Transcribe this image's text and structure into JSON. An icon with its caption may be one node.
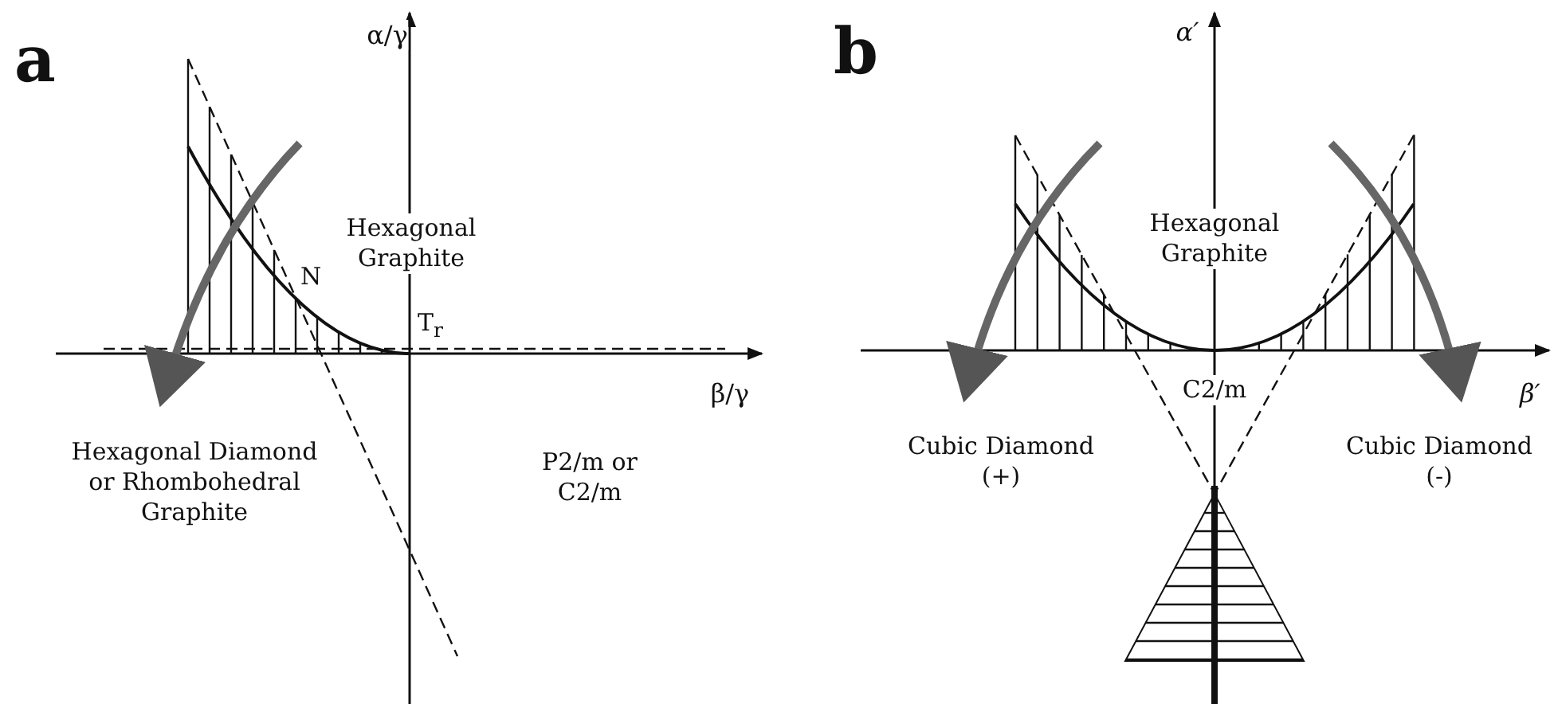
{
  "diagram": {
    "labels": [
      "a",
      "α/γ",
      "Hexagonal Graphite",
      "N",
      "T$_{r}$",
      "β/γ",
      "Hexagonal Diamond or Rhombohedral Graphite",
      "P2/m or C2/m",
      "b",
      "α′",
      "Hexagonal Graphite",
      "β′",
      "C2/m",
      "Cubic Diamond (+)",
      "Cubic Diamond (-)"
    ]
  }
}
